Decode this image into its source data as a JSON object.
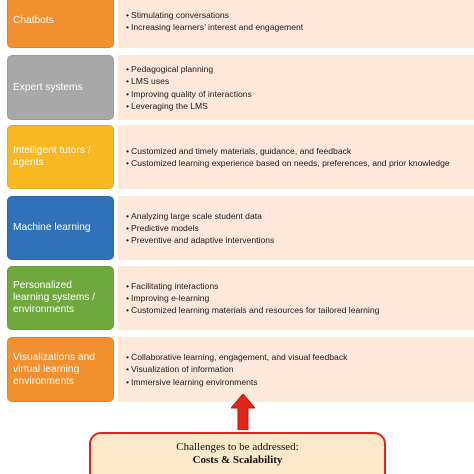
{
  "colors": {
    "chatbots": "#f28f2e",
    "expert": "#a8a8a8",
    "tutors": "#f8b822",
    "ml": "#2f72b9",
    "personalized": "#6fa93e",
    "visualizations": "#f28f2e",
    "desc_bg": "#fde8da",
    "arrow": "#e0251b"
  },
  "rows": [
    {
      "label": "Chatbots",
      "items": [
        "Stimulating conversations",
        "Increasing learners’ interest and engagement"
      ]
    },
    {
      "label": "Expert systems",
      "items": [
        "Pedagogical planning",
        "LMS uses",
        "Improving quality of interactions",
        "Leveraging the LMS"
      ]
    },
    {
      "label": "Intelligent tutors / agents",
      "items": [
        "Customized and timely materials, guidance, and feedback",
        "Customized learning experience based on needs, preferences, and prior knowledge"
      ]
    },
    {
      "label": "Machine learning",
      "items": [
        "Analyzing large scale student data",
        "Predictive models",
        "Preventive and adaptive interventions"
      ]
    },
    {
      "label": "Personalized learning systems / environments",
      "items": [
        "Facilitating interactions",
        "Improving e-learning",
        "Customized learning materials and resources for tailored learning"
      ]
    },
    {
      "label": "Visualizations and virtual learning environments",
      "items": [
        "Collaborative learning, engagement, and visual feedback",
        "Visualization of information",
        "Immersive learning environments"
      ]
    }
  ],
  "challenge": {
    "title": "Challenges to be addressed:",
    "subtitle": "Costs & Scalability"
  }
}
